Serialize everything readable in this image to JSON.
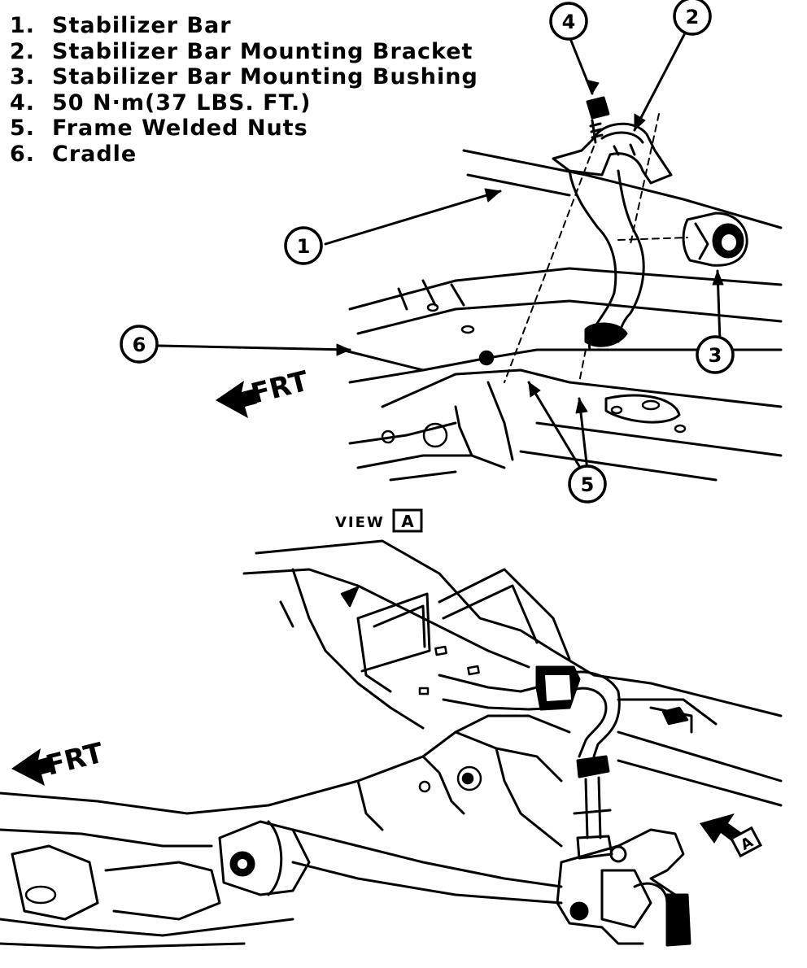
{
  "legend": [
    {
      "num": "1.",
      "text": "Stabilizer Bar"
    },
    {
      "num": "2.",
      "text": "Stabilizer Bar Mounting Bracket"
    },
    {
      "num": "3.",
      "text": "Stabilizer Bar Mounting Bushing"
    },
    {
      "num": "4.",
      "text": "50 N·m(37 LBS. FT.)"
    },
    {
      "num": "5.",
      "text": "Frame Welded Nuts"
    },
    {
      "num": "6.",
      "text": "Cradle"
    }
  ],
  "callouts": {
    "c1": "1",
    "c2": "2",
    "c3": "3",
    "c4": "4",
    "c5": "5",
    "c6": "6"
  },
  "direction_label": "FRT",
  "view_label": "VIEW",
  "view_letter": "A",
  "view_arrow_letter": "A"
}
